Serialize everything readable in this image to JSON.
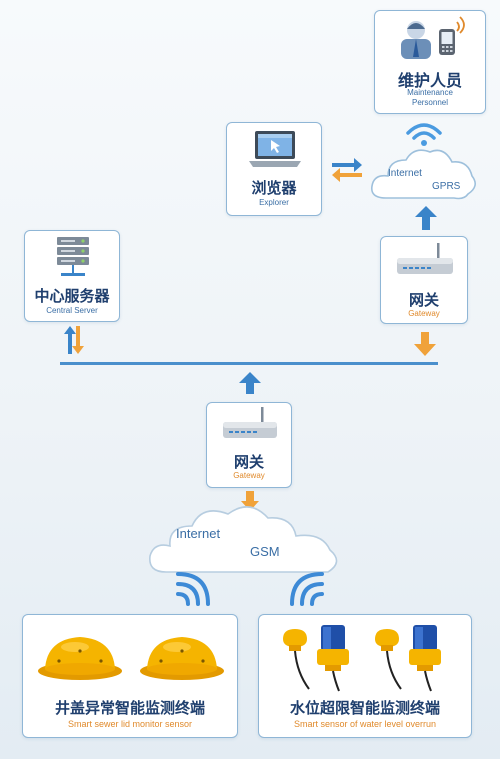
{
  "nodes": {
    "maintenance": {
      "zh": "维护人员",
      "en": "Maintenance Personnel"
    },
    "browser": {
      "zh": "浏览器",
      "en": "Explorer"
    },
    "server": {
      "zh": "中心服务器",
      "en": "Central Server"
    },
    "gateway_top": {
      "zh": "网关",
      "en": "Gateway"
    },
    "gateway_mid": {
      "zh": "网关",
      "en": "Gateway"
    },
    "cloud_top": {
      "a": "Internet",
      "b": "GPRS"
    },
    "cloud_bottom": {
      "a": "Internet",
      "b": "GSM"
    },
    "sewer_sensor": {
      "zh": "井盖异常智能监测终端",
      "en": "Smart sewer lid monitor sensor"
    },
    "water_sensor": {
      "zh": "水位超限智能监测终端",
      "en": "Smart sensor of water level overrun"
    }
  },
  "colors": {
    "blue": "#3a84c9",
    "orange": "#f0a23a",
    "bus": "#4a8fcc",
    "yellow": "#f5b400"
  }
}
